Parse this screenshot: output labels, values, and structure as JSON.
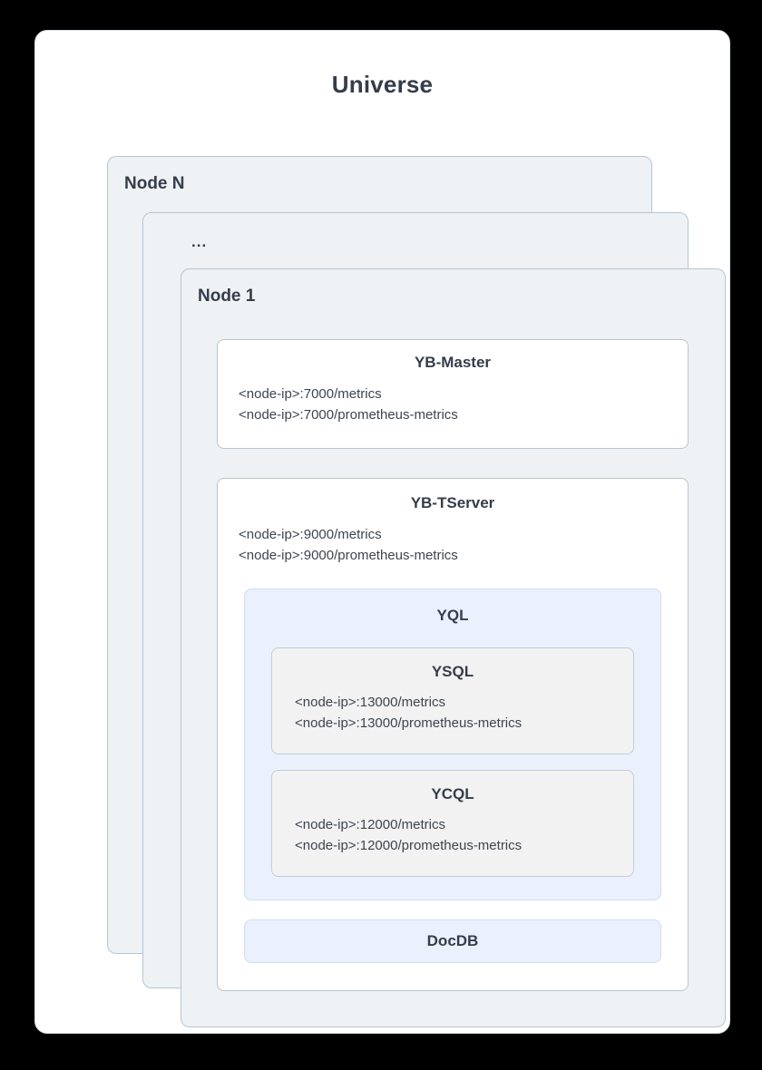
{
  "diagram": {
    "title": "Universe",
    "nodes": [
      {
        "label": "Node N"
      },
      {
        "label": "..."
      },
      {
        "label": "Node 1"
      }
    ],
    "components": {
      "yb_master": {
        "title": "YB-Master",
        "endpoints": "<node-ip>:7000/metrics\n<node-ip>:7000/prometheus-metrics"
      },
      "yb_tserver": {
        "title": "YB-TServer",
        "endpoints": "<node-ip>:9000/metrics\n<node-ip>:9000/prometheus-metrics"
      },
      "yql": {
        "title": "YQL"
      },
      "ysql": {
        "title": "YSQL",
        "endpoints": "<node-ip>:13000/metrics\n<node-ip>:13000/prometheus-metrics"
      },
      "ycql": {
        "title": "YCQL",
        "endpoints": "<node-ip>:12000/metrics\n<node-ip>:12000/prometheus-metrics"
      },
      "docdb": {
        "title": "DocDB"
      }
    },
    "colors": {
      "page_background": "#000000",
      "card_background": "#ffffff",
      "node_fill": "#eef2f5",
      "node_border": "#b7c5cf",
      "component_fill": "#ffffff",
      "component_border": "#b7c5cf",
      "api_layer_fill": "#eaf1fd",
      "api_layer_border": "#cdddf3",
      "sub_api_fill": "#f2f2f2",
      "sub_api_border": "#c3cdd4",
      "text": "#353c4a",
      "body_text": "#3d4551"
    }
  }
}
